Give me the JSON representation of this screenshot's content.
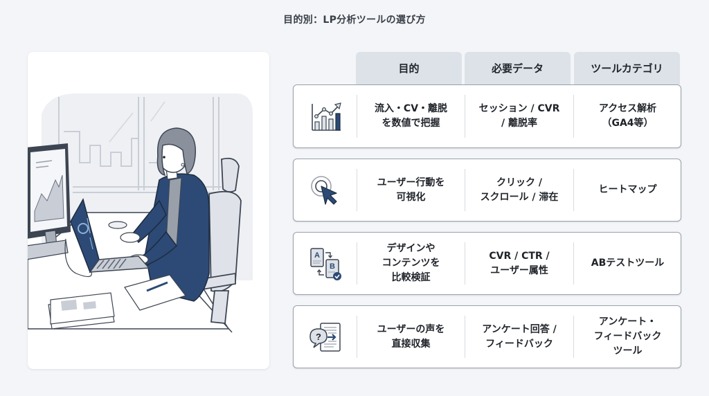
{
  "title": "目的別：LP分析ツールの選び方",
  "colors": {
    "background": "#f3f5f8",
    "header_fill": "#dde2e9",
    "accent_navy": "#2c4a75",
    "card_border": "#9aa1ab"
  },
  "illustration": {
    "description": "office-worker-at-desk-with-monitor-and-laptop"
  },
  "table": {
    "headers": [
      "目的",
      "必要データ",
      "ツールカテゴリ"
    ],
    "rows": [
      {
        "icon": "bar-chart-trend-icon",
        "purpose": "流入・CV・離脱\nを数値で把握",
        "data": "セッション / CVR\n/ 離脱率",
        "category": "アクセス解析\n（GA4等）"
      },
      {
        "icon": "cursor-click-icon",
        "purpose": "ユーザー行動を\n可視化",
        "data": "クリック /\nスクロール / 滞在",
        "category": "ヒートマップ"
      },
      {
        "icon": "ab-test-icon",
        "purpose": "デザインや\nコンテンツを\n比較検証",
        "data": "CVR / CTR /\nユーザー属性",
        "category": "ABテストツール"
      },
      {
        "icon": "survey-feedback-icon",
        "purpose": "ユーザーの声を\n直接収集",
        "data": "アンケート回答 /\nフィードバック",
        "category": "アンケート・\nフィードバック\nツール"
      }
    ]
  }
}
